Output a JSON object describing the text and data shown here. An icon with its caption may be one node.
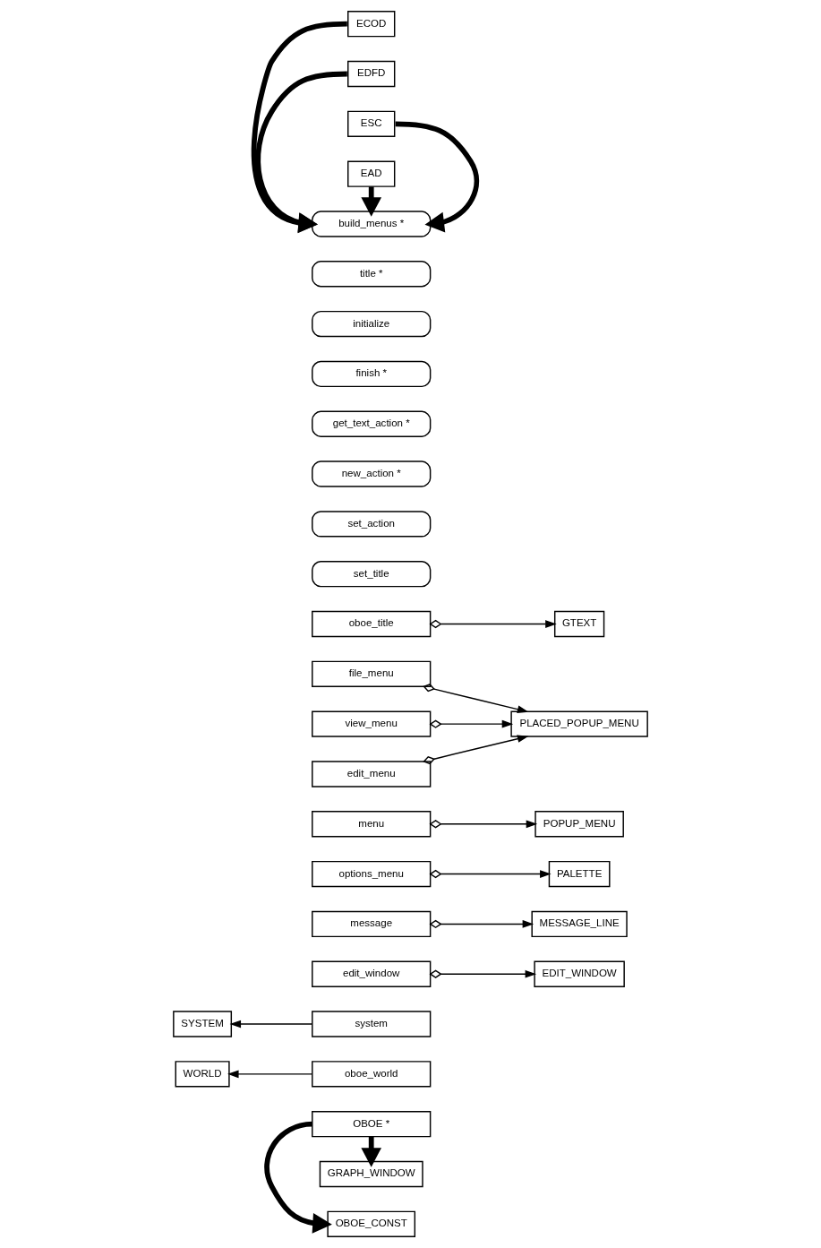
{
  "diagram": {
    "nodes": [
      {
        "text": [
          "OBOE_CONST"
        ]
      },
      {
        "text": [
          "GRAPH_WINDOW"
        ]
      },
      {
        "text": [
          "OBOE *"
        ]
      },
      {
        "text": [
          "WORLD"
        ]
      },
      {
        "text": [
          "oboe_world"
        ]
      },
      {
        "text": [
          "SYSTEM"
        ]
      },
      {
        "text": [
          "system"
        ]
      },
      {
        "text": [
          "edit_window"
        ]
      },
      {
        "text": [
          "EDIT_WINDOW"
        ]
      },
      {
        "text": [
          "message"
        ]
      },
      {
        "text": [
          "MESSAGE_LINE"
        ]
      },
      {
        "text": [
          "options_menu"
        ]
      },
      {
        "text": [
          "PALETTE"
        ]
      },
      {
        "text": [
          "menu"
        ]
      },
      {
        "text": [
          "POPUP_MENU"
        ]
      },
      {
        "text": [
          "file_menu"
        ]
      },
      {
        "text": [
          "view_menu"
        ]
      },
      {
        "text": [
          "PLACED_POPUP_MENU"
        ]
      },
      {
        "text": [
          "edit_menu"
        ]
      },
      {
        "text": [
          "oboe_title"
        ]
      },
      {
        "text": [
          "GTEXT"
        ]
      },
      {
        "text": [
          "set_title"
        ]
      },
      {
        "text": [
          "set_action"
        ]
      },
      {
        "text": [
          "new_action *"
        ]
      },
      {
        "text": [
          "get_text_action *"
        ]
      },
      {
        "text": [
          "finish *"
        ]
      },
      {
        "text": [
          "initialize"
        ]
      },
      {
        "text": [
          "title *"
        ]
      },
      {
        "text": [
          "build_menus *"
        ]
      },
      {
        "text": [
          "ECOD"
        ]
      },
      {
        "text": [
          "EDFD"
        ]
      },
      {
        "text": [
          "ESC"
        ]
      },
      {
        "text": [
          "EAD"
        ]
      }
    ],
    "edges": [
      {
        "from": 2,
        "to": 0,
        "arrow": "to",
        "style": "thick"
      },
      {
        "from": 2,
        "to": 1,
        "arrow": "to",
        "style": "thick"
      },
      {
        "from": 4,
        "to": 3,
        "arrow": "to"
      },
      {
        "from": 6,
        "to": 5,
        "arrow": "to"
      },
      {
        "from": 7,
        "to": 8,
        "arrow": "to"
      },
      {
        "from": 9,
        "to": 10,
        "arrow": "to"
      },
      {
        "from": 11,
        "to": 12,
        "arrow": "to"
      },
      {
        "from": 13,
        "to": 14,
        "arrow": "to"
      },
      {
        "from": 15,
        "to": 17,
        "arrow": "to"
      },
      {
        "from": 16,
        "to": 17,
        "arrow": "to"
      },
      {
        "from": 18,
        "to": 17,
        "arrow": "to"
      },
      {
        "from": 19,
        "to": 20,
        "arrow": "to"
      },
      {
        "from": 29,
        "to": 28,
        "arrow": "to",
        "style": "thick"
      },
      {
        "from": 30,
        "to": 28,
        "arrow": "to",
        "style": "thick"
      },
      {
        "from": 31,
        "to": 28,
        "arrow": "to",
        "style": "thick"
      },
      {
        "from": 32,
        "to": 28,
        "arrow": "to",
        "style": "thick"
      }
    ]
  }
}
